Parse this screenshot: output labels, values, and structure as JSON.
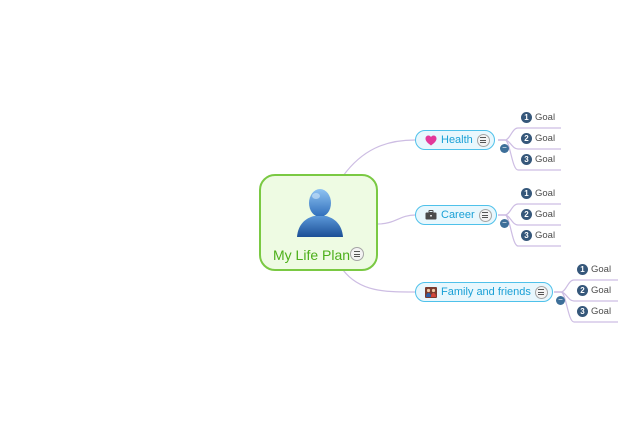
{
  "map": {
    "root": {
      "label": "My Life Plan",
      "icon": "person-avatar-icon"
    },
    "branches": [
      {
        "label": "Health",
        "icon": "heart-icon",
        "icon_color": "#e3389a",
        "goals": [
          {
            "number": "1",
            "label": "Goal"
          },
          {
            "number": "2",
            "label": "Goal"
          },
          {
            "number": "3",
            "label": "Goal"
          }
        ]
      },
      {
        "label": "Career",
        "icon": "briefcase-icon",
        "icon_color": "#4a4a4a",
        "goals": [
          {
            "number": "1",
            "label": "Goal"
          },
          {
            "number": "2",
            "label": "Goal"
          },
          {
            "number": "3",
            "label": "Goal"
          }
        ]
      },
      {
        "label": "Family and friends",
        "icon": "family-icon",
        "icon_color": "#7a3b2e",
        "goals": [
          {
            "number": "1",
            "label": "Goal"
          },
          {
            "number": "2",
            "label": "Goal"
          },
          {
            "number": "3",
            "label": "Goal"
          }
        ]
      }
    ],
    "collapse_symbol": "−"
  },
  "colors": {
    "root_border": "#7ac943",
    "root_fill": "#eefbe3",
    "branch_border": "#4fc1ea",
    "branch_text": "#1aa0d6",
    "connector": "#cdbde3",
    "goal_badge": "#35577a"
  }
}
